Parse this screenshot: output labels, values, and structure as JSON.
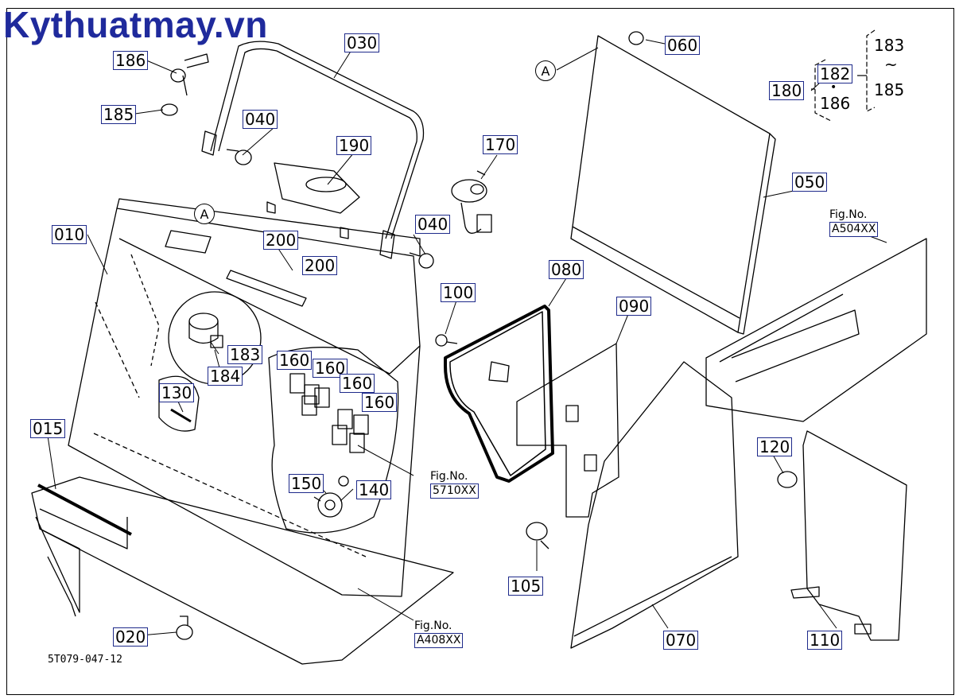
{
  "brand": "Kythuatmay.vn",
  "doc_code": "5T079-047-12",
  "callout_marker": "A",
  "part_labels": {
    "p010": "010",
    "p015": "015",
    "p020": "020",
    "p030": "030",
    "p040a": "040",
    "p040b": "040",
    "p050": "050",
    "p060": "060",
    "p070": "070",
    "p080": "080",
    "p090": "090",
    "p100": "100",
    "p105": "105",
    "p110": "110",
    "p120": "120",
    "p130": "130",
    "p140": "140",
    "p150": "150",
    "p160a": "160",
    "p160b": "160",
    "p160c": "160",
    "p160d": "160",
    "p170": "170",
    "p180": "180",
    "p182": "182",
    "p183": "183",
    "p184": "184",
    "p185": "185",
    "p186": "186",
    "p190": "190",
    "p200a": "200",
    "p200b": "200"
  },
  "kit": {
    "set": "180",
    "main": "182",
    "alt": "186",
    "range_from": "183",
    "range_sep": "~",
    "range_to": "185",
    "dot": "•"
  },
  "fig_refs": {
    "f5710": {
      "line1": "Fig.No.",
      "line2": "5710XX"
    },
    "fa504": {
      "line1": "Fig.No.",
      "line2": "A504XX"
    },
    "fa408": {
      "line1": "Fig.No.",
      "line2": "A408XX"
    }
  },
  "colors": {
    "brand": "#1f2a9c",
    "label_border": "#1e2a8a",
    "line": "#000000"
  }
}
